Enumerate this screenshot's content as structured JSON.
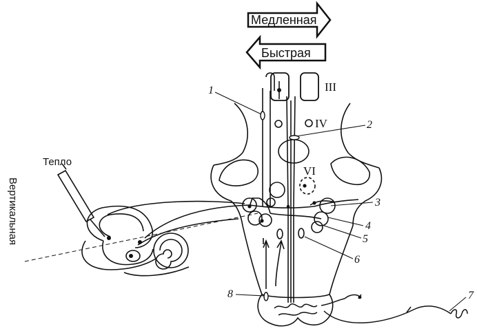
{
  "arrows": {
    "slow": "Медленная",
    "fast": "Быстрая"
  },
  "labels": {
    "heat": "Тепло",
    "vertical": "Вертикальная",
    "III": "III",
    "IV": "IV",
    "VI": "VI"
  },
  "numbers": [
    "1",
    "2",
    "3",
    "4",
    "5",
    "6",
    "7",
    "8"
  ]
}
